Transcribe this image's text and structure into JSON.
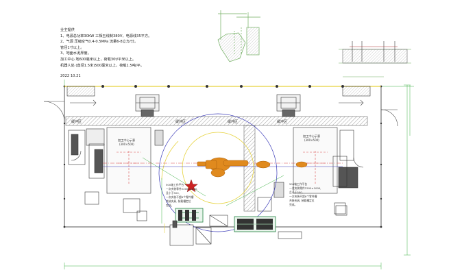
{
  "notes": {
    "title": "业主提供",
    "lines": [
      "1、电源总功率30KW 三相五线制380V，电源线35平方。",
      "2、气源 压缩空气0.4-0.5MPa 流量6-8立方/分。",
      "   管径1寸以上。",
      "3、地面水泥厚度。",
      "   加工中心 地600毫米以上，荷载30t/平米以上。",
      "   机器人处 (直径1.5米)500毫米以上，荷载1.5吨/平。"
    ],
    "date": "2022 10.21"
  },
  "plan": {
    "buffer_labels": [
      "缓冲区",
      "缓冲区",
      "缓冲区",
      "缓冲区"
    ],
    "machine_left_label": "加工中心示意",
    "machine_left_sub": "(300×500)",
    "machine_right_label": "加工中心示意",
    "machine_right_sub": "(300×500)",
    "note_left": [
      "500轴工作平台",
      "一次夹装零件2200×1000,",
      "且小于500,",
      "一次夹装不超8个零件槽",
      "共装夹具, 装载槽定位",
      "完成。"
    ],
    "note_right": [
      "500轴工作平台",
      "一次夹装零件2200×1000,",
      "且小于500,",
      "一次夹装不超8个零件槽",
      "共装夹具, 装载槽定位",
      "完成。"
    ]
  },
  "colors": {
    "line": "#555555",
    "dimension": "#3cb043",
    "robot": "#e08a1e",
    "circle": "#3b3bb8",
    "center_line": "#d94c4c",
    "yellow": "#e6d23c",
    "star": "#cc2222",
    "pallet": "#1f7f3f",
    "hatch": "#777777"
  }
}
